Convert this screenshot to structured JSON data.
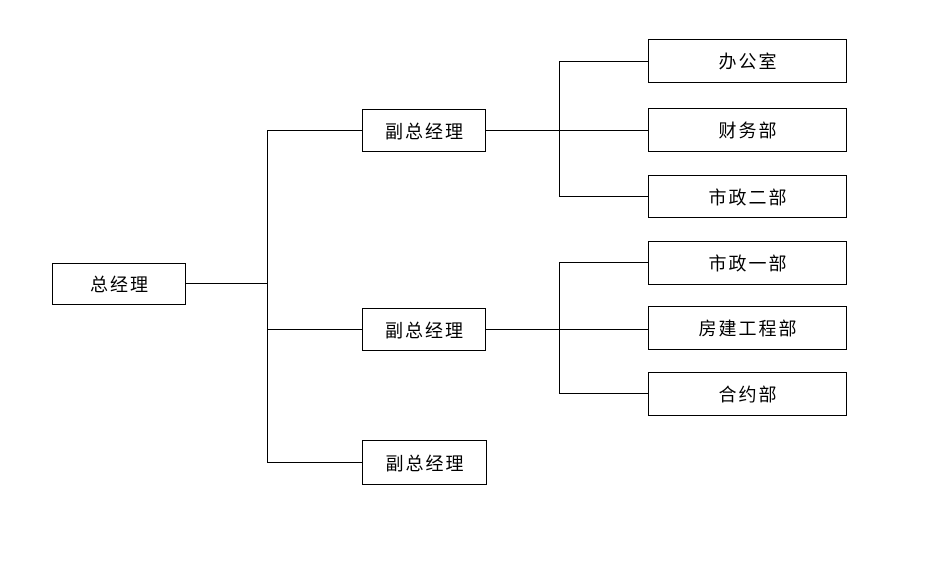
{
  "diagram": {
    "type": "org-chart",
    "background_color": "#ffffff",
    "line_color": "#000000",
    "box_border_color": "#000000",
    "text_color": "#000000",
    "nodes": [
      {
        "id": "general-manager",
        "label": "总经理",
        "level": 1
      },
      {
        "id": "deputy-gm-1",
        "label": "副总经理",
        "level": 2
      },
      {
        "id": "deputy-gm-2",
        "label": "副总经理",
        "level": 2
      },
      {
        "id": "deputy-gm-3",
        "label": "副总经理",
        "level": 2
      },
      {
        "id": "office",
        "label": "办公室",
        "level": 3
      },
      {
        "id": "finance-dept",
        "label": "财务部",
        "level": 3
      },
      {
        "id": "municipal-dept-2",
        "label": "市政二部",
        "level": 3
      },
      {
        "id": "municipal-dept-1",
        "label": "市政一部",
        "level": 3
      },
      {
        "id": "housing-construction",
        "label": "房建工程部",
        "level": 3
      },
      {
        "id": "contract-dept",
        "label": "合约部",
        "level": 3
      }
    ],
    "hierarchy": {
      "root": "总经理",
      "children": [
        {
          "label": "副总经理",
          "children": [
            "办公室",
            "财务部",
            "市政二部"
          ]
        },
        {
          "label": "副总经理",
          "children": [
            "市政一部",
            "房建工程部",
            "合约部"
          ]
        },
        {
          "label": "副总经理",
          "children": []
        }
      ]
    }
  }
}
